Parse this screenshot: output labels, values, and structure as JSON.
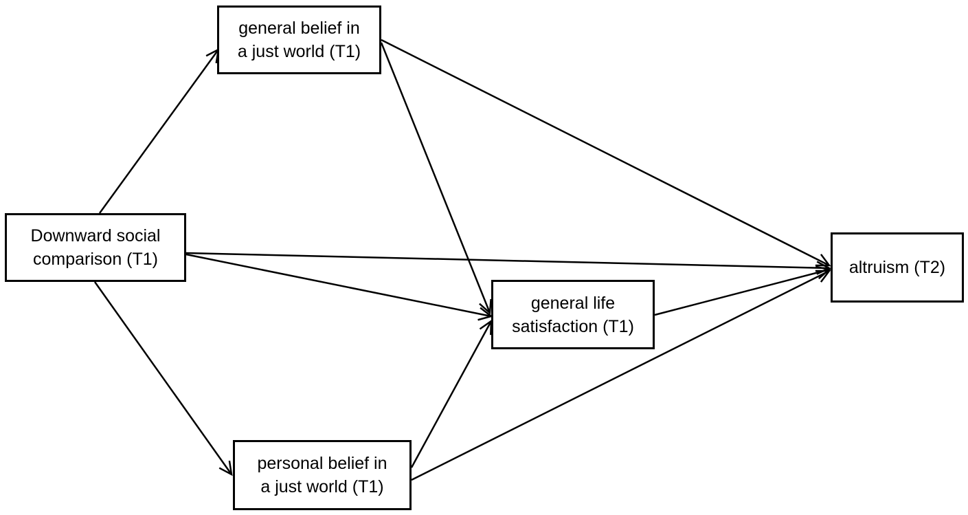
{
  "nodes": {
    "downward_social_comparison": {
      "line1": "Downward social",
      "line2": "comparison (T1)"
    },
    "general_bjw": {
      "line1": "general belief in",
      "line2": "a just world (T1)"
    },
    "personal_bjw": {
      "line1": "personal belief in",
      "line2": "a just world (T1)"
    },
    "general_life_satisfaction": {
      "line1": "general life",
      "line2": "satisfaction (T1)"
    },
    "altruism": {
      "line1": "altruism (T2)"
    }
  },
  "edges": [
    {
      "from": "downward_social_comparison",
      "to": "general_bjw"
    },
    {
      "from": "downward_social_comparison",
      "to": "personal_bjw"
    },
    {
      "from": "downward_social_comparison",
      "to": "general_life_satisfaction"
    },
    {
      "from": "downward_social_comparison",
      "to": "altruism"
    },
    {
      "from": "general_bjw",
      "to": "general_life_satisfaction"
    },
    {
      "from": "general_bjw",
      "to": "altruism"
    },
    {
      "from": "personal_bjw",
      "to": "general_life_satisfaction"
    },
    {
      "from": "personal_bjw",
      "to": "altruism"
    },
    {
      "from": "general_life_satisfaction",
      "to": "altruism"
    }
  ],
  "colors": {
    "stroke": "#000000",
    "background": "#ffffff"
  }
}
